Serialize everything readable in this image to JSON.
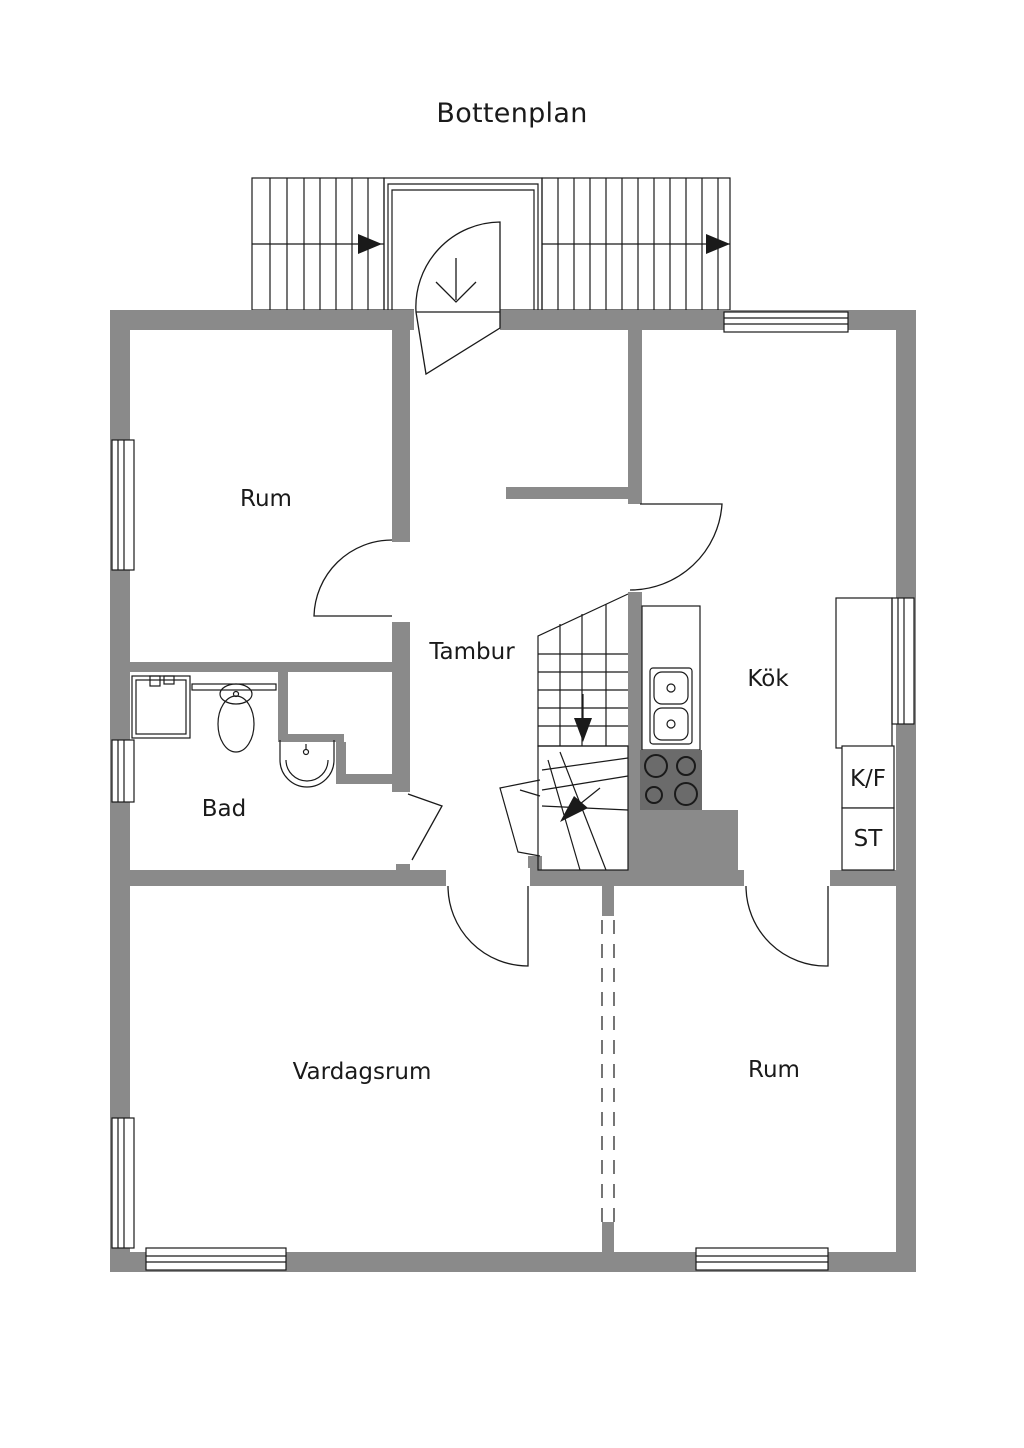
{
  "title": "Bottenplan",
  "rooms": [
    {
      "id": "rum-1",
      "label": "Rum"
    },
    {
      "id": "tambur",
      "label": "Tambur"
    },
    {
      "id": "kok",
      "label": "Kök"
    },
    {
      "id": "bad",
      "label": "Bad"
    },
    {
      "id": "vardagsrum",
      "label": "Vardagsrum"
    },
    {
      "id": "rum-2",
      "label": "Rum"
    }
  ],
  "fixtures": {
    "fridge_freezer": "K/F",
    "storage": "ST"
  },
  "colors": {
    "wall": "#8a8a8a",
    "line": "#1a1a1a",
    "stove": "#6b6b6b"
  },
  "icons": [
    "stair-arrow-icon",
    "door-swing-icon",
    "window-icon",
    "toilet-icon",
    "sink-icon",
    "shower-icon",
    "stove-icon"
  ]
}
